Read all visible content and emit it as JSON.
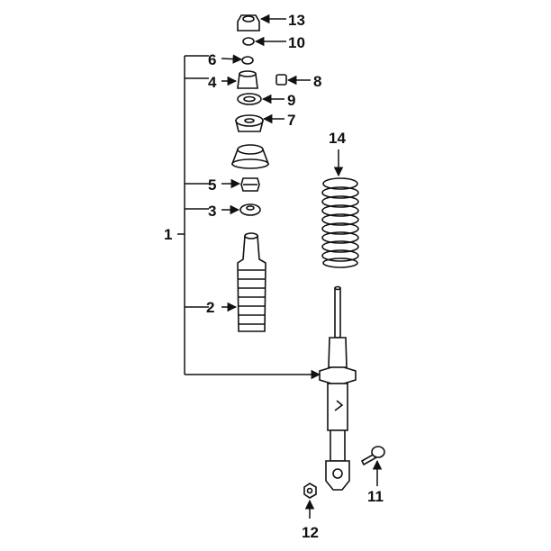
{
  "callouts": {
    "c1": "1",
    "c2": "2",
    "c3": "3",
    "c4": "4",
    "c5": "5",
    "c6": "6",
    "c7": "7",
    "c8": "8",
    "c9": "9",
    "c10": "10",
    "c11": "11",
    "c12": "12",
    "c13": "13",
    "c14": "14"
  },
  "icons": [
    "arrowhead"
  ],
  "colors": {
    "ink": "#111111",
    "background": "#ffffff"
  }
}
